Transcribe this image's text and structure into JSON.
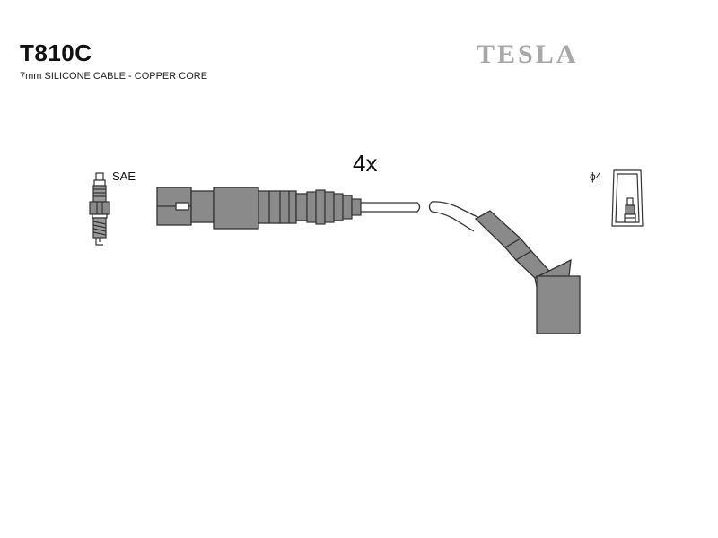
{
  "header": {
    "part_number": "T810C",
    "description": "7mm SILICONE CABLE - COPPER CORE",
    "brand": "TESLA"
  },
  "diagram": {
    "quantity_label": "4x",
    "plug_label": "SAE",
    "terminal_label": "ϕ4"
  },
  "colors": {
    "line": "#333333",
    "boot_fill": "#8a8a8a",
    "logo": "#a8a8a8"
  }
}
